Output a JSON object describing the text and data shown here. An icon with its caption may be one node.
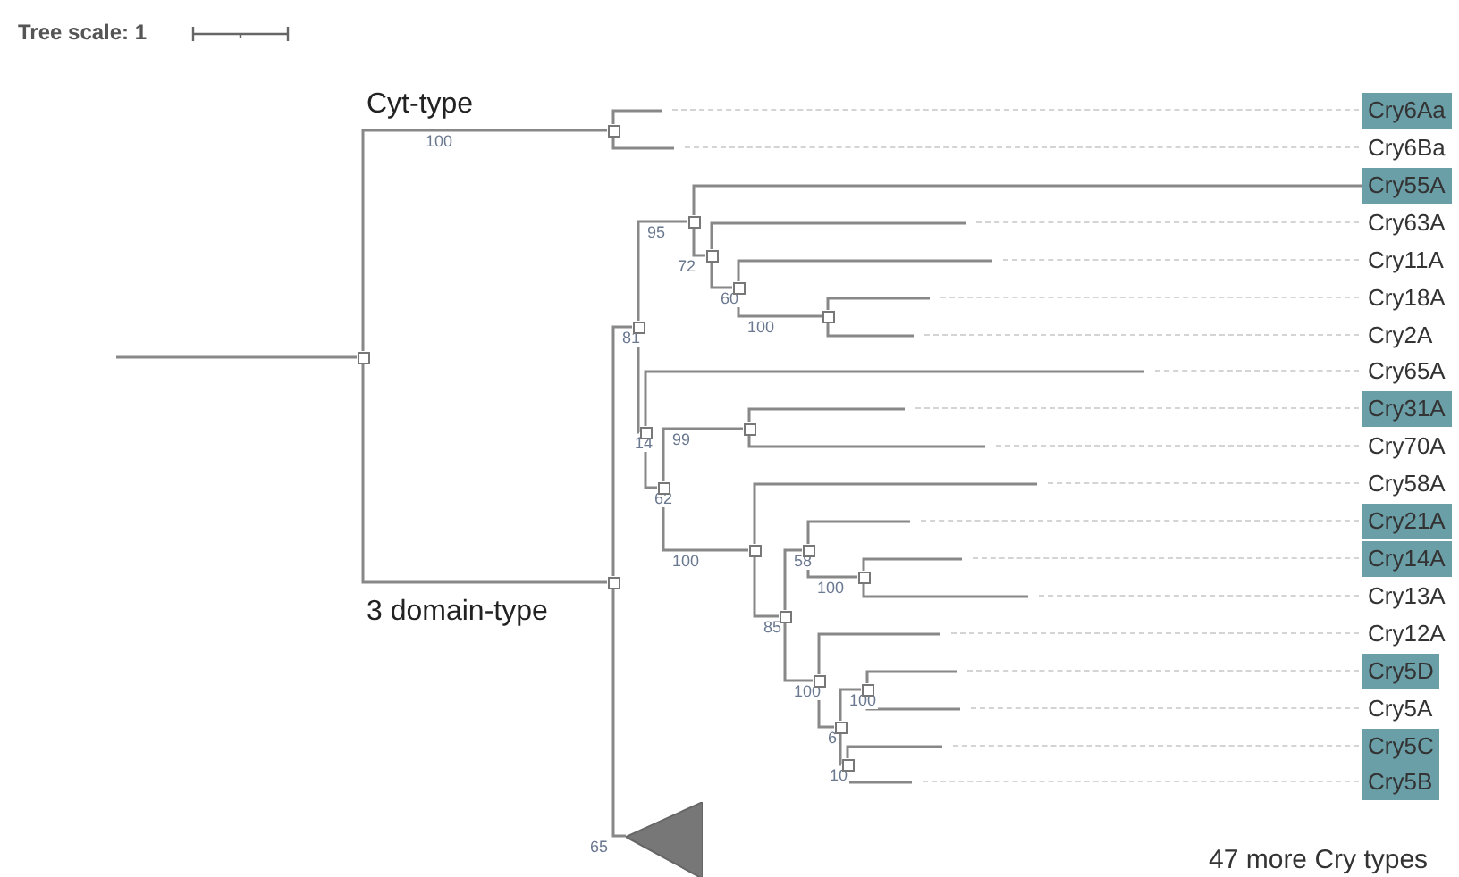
{
  "diagram": {
    "nodes": [
      {
        "text": [],
        "shape": "box"
      },
      {
        "text": [],
        "shape": "box"
      },
      {
        "text": [
          "Cry6Aa"
        ]
      },
      {
        "text": [
          "Cry6Ba"
        ]
      },
      {
        "text": [],
        "shape": "box"
      },
      {
        "text": [],
        "shape": "box"
      },
      {
        "text": [],
        "shape": "box"
      },
      {
        "text": [
          "Cry55A"
        ]
      },
      {
        "text": [],
        "shape": "box"
      },
      {
        "text": [
          "Cry63A"
        ]
      },
      {
        "text": [],
        "shape": "box"
      },
      {
        "text": [
          "Cry11A"
        ]
      },
      {
        "text": [],
        "shape": "box"
      },
      {
        "text": [
          "Cry18A"
        ]
      },
      {
        "text": [
          "Cry2A"
        ]
      },
      {
        "text": [],
        "shape": "box"
      },
      {
        "text": [
          "Cry65A"
        ]
      },
      {
        "text": [],
        "shape": "box"
      },
      {
        "text": [],
        "shape": "box"
      },
      {
        "text": [
          "Cry31A"
        ]
      },
      {
        "text": [
          "Cry70A"
        ]
      },
      {
        "text": [],
        "shape": "box"
      },
      {
        "text": [
          "Cry58A"
        ]
      },
      {
        "text": [],
        "shape": "box"
      },
      {
        "text": [],
        "shape": "box"
      },
      {
        "text": [
          "Cry21A"
        ]
      },
      {
        "text": [],
        "shape": "box"
      },
      {
        "text": [
          "Cry14A"
        ]
      },
      {
        "text": [
          "Cry13A"
        ]
      },
      {
        "text": [],
        "shape": "box"
      },
      {
        "text": [
          "Cry12A"
        ]
      },
      {
        "text": [],
        "shape": "box"
      },
      {
        "text": [],
        "shape": "box"
      },
      {
        "text": [
          "Cry5D"
        ]
      },
      {
        "text": [
          "Cry5A"
        ]
      },
      {
        "text": [],
        "shape": "box"
      },
      {
        "text": [
          "Cry5C"
        ]
      },
      {
        "text": [
          "Cry5B"
        ]
      },
      {
        "text": [],
        "shape": "triangle"
      }
    ],
    "edges": [
      {
        "from": null,
        "to": 0,
        "arrow": "none"
      },
      {
        "from": 0,
        "to": 1,
        "arrow": "none",
        "label": "100"
      },
      {
        "from": 1,
        "to": 2,
        "arrow": "none"
      },
      {
        "from": 1,
        "to": 3,
        "arrow": "none"
      },
      {
        "from": 0,
        "to": 4,
        "arrow": "none"
      },
      {
        "from": 4,
        "to": 5,
        "arrow": "none",
        "label": "81"
      },
      {
        "from": 5,
        "to": 6,
        "arrow": "none",
        "label": "95"
      },
      {
        "from": 6,
        "to": 7,
        "arrow": "none"
      },
      {
        "from": 6,
        "to": 8,
        "arrow": "none",
        "label": "72"
      },
      {
        "from": 8,
        "to": 9,
        "arrow": "none"
      },
      {
        "from": 8,
        "to": 10,
        "arrow": "none",
        "label": "60"
      },
      {
        "from": 10,
        "to": 11,
        "arrow": "none"
      },
      {
        "from": 10,
        "to": 12,
        "arrow": "none",
        "label": "100"
      },
      {
        "from": 12,
        "to": 13,
        "arrow": "none"
      },
      {
        "from": 12,
        "to": 14,
        "arrow": "none"
      },
      {
        "from": 5,
        "to": 15,
        "arrow": "none",
        "label": "14"
      },
      {
        "from": 15,
        "to": 16,
        "arrow": "none"
      },
      {
        "from": 15,
        "to": 17,
        "arrow": "none",
        "label": "62"
      },
      {
        "from": 17,
        "to": 18,
        "arrow": "none",
        "label": "99"
      },
      {
        "from": 18,
        "to": 19,
        "arrow": "none"
      },
      {
        "from": 18,
        "to": 20,
        "arrow": "none"
      },
      {
        "from": 17,
        "to": 21,
        "arrow": "none",
        "label": "100"
      },
      {
        "from": 21,
        "to": 22,
        "arrow": "none"
      },
      {
        "from": 21,
        "to": 23,
        "arrow": "none",
        "label": "85"
      },
      {
        "from": 23,
        "to": 24,
        "arrow": "none",
        "label": "58"
      },
      {
        "from": 24,
        "to": 25,
        "arrow": "none"
      },
      {
        "from": 24,
        "to": 26,
        "arrow": "none",
        "label": "100"
      },
      {
        "from": 26,
        "to": 27,
        "arrow": "none"
      },
      {
        "from": 26,
        "to": 28,
        "arrow": "none"
      },
      {
        "from": 23,
        "to": 29,
        "arrow": "none",
        "label": "100"
      },
      {
        "from": 29,
        "to": 30,
        "arrow": "none"
      },
      {
        "from": 29,
        "to": 31,
        "arrow": "none",
        "label": "6"
      },
      {
        "from": 31,
        "to": 32,
        "arrow": "none",
        "label": "100"
      },
      {
        "from": 32,
        "to": 33,
        "arrow": "none"
      },
      {
        "from": 32,
        "to": 34,
        "arrow": "none"
      },
      {
        "from": 31,
        "to": 35,
        "arrow": "none",
        "label": "10"
      },
      {
        "from": 35,
        "to": 36,
        "arrow": "none"
      },
      {
        "from": 35,
        "to": 37,
        "arrow": "none"
      },
      {
        "from": 4,
        "to": 38,
        "arrow": "none",
        "label": "65"
      }
    ],
    "labels": [
      "Tree scale: 1",
      "Cyt-type",
      "3 domain-type",
      "47 more Cry types"
    ]
  }
}
